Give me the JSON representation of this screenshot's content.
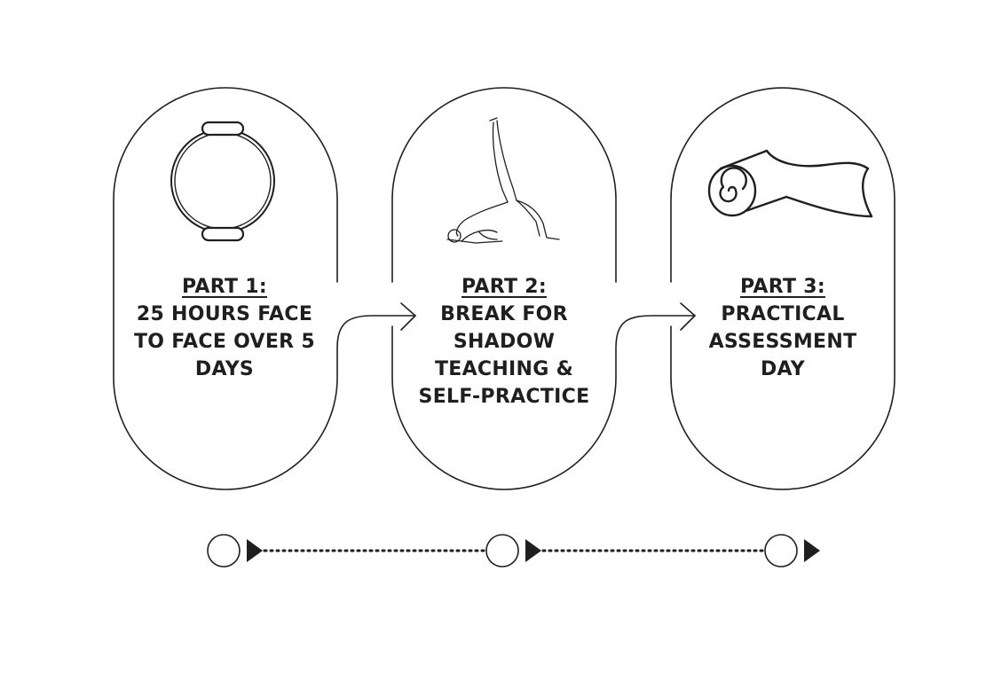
{
  "steps": [
    {
      "part": "Part 1:",
      "lines": [
        "25 hours face",
        "to face over 5",
        "days"
      ],
      "icon": "pilates-ring-icon"
    },
    {
      "part": "Part 2:",
      "lines": [
        "Break for",
        "Shadow",
        "Teaching &",
        "Self-Practice"
      ],
      "icon": "pilates-pose-icon"
    },
    {
      "part": "Part 3:",
      "lines": [
        "Practical",
        "Assessment",
        "Day"
      ],
      "icon": "rolled-mat-icon"
    }
  ],
  "colors": {
    "stroke": "#1f1f1f",
    "background": "#ffffff"
  }
}
